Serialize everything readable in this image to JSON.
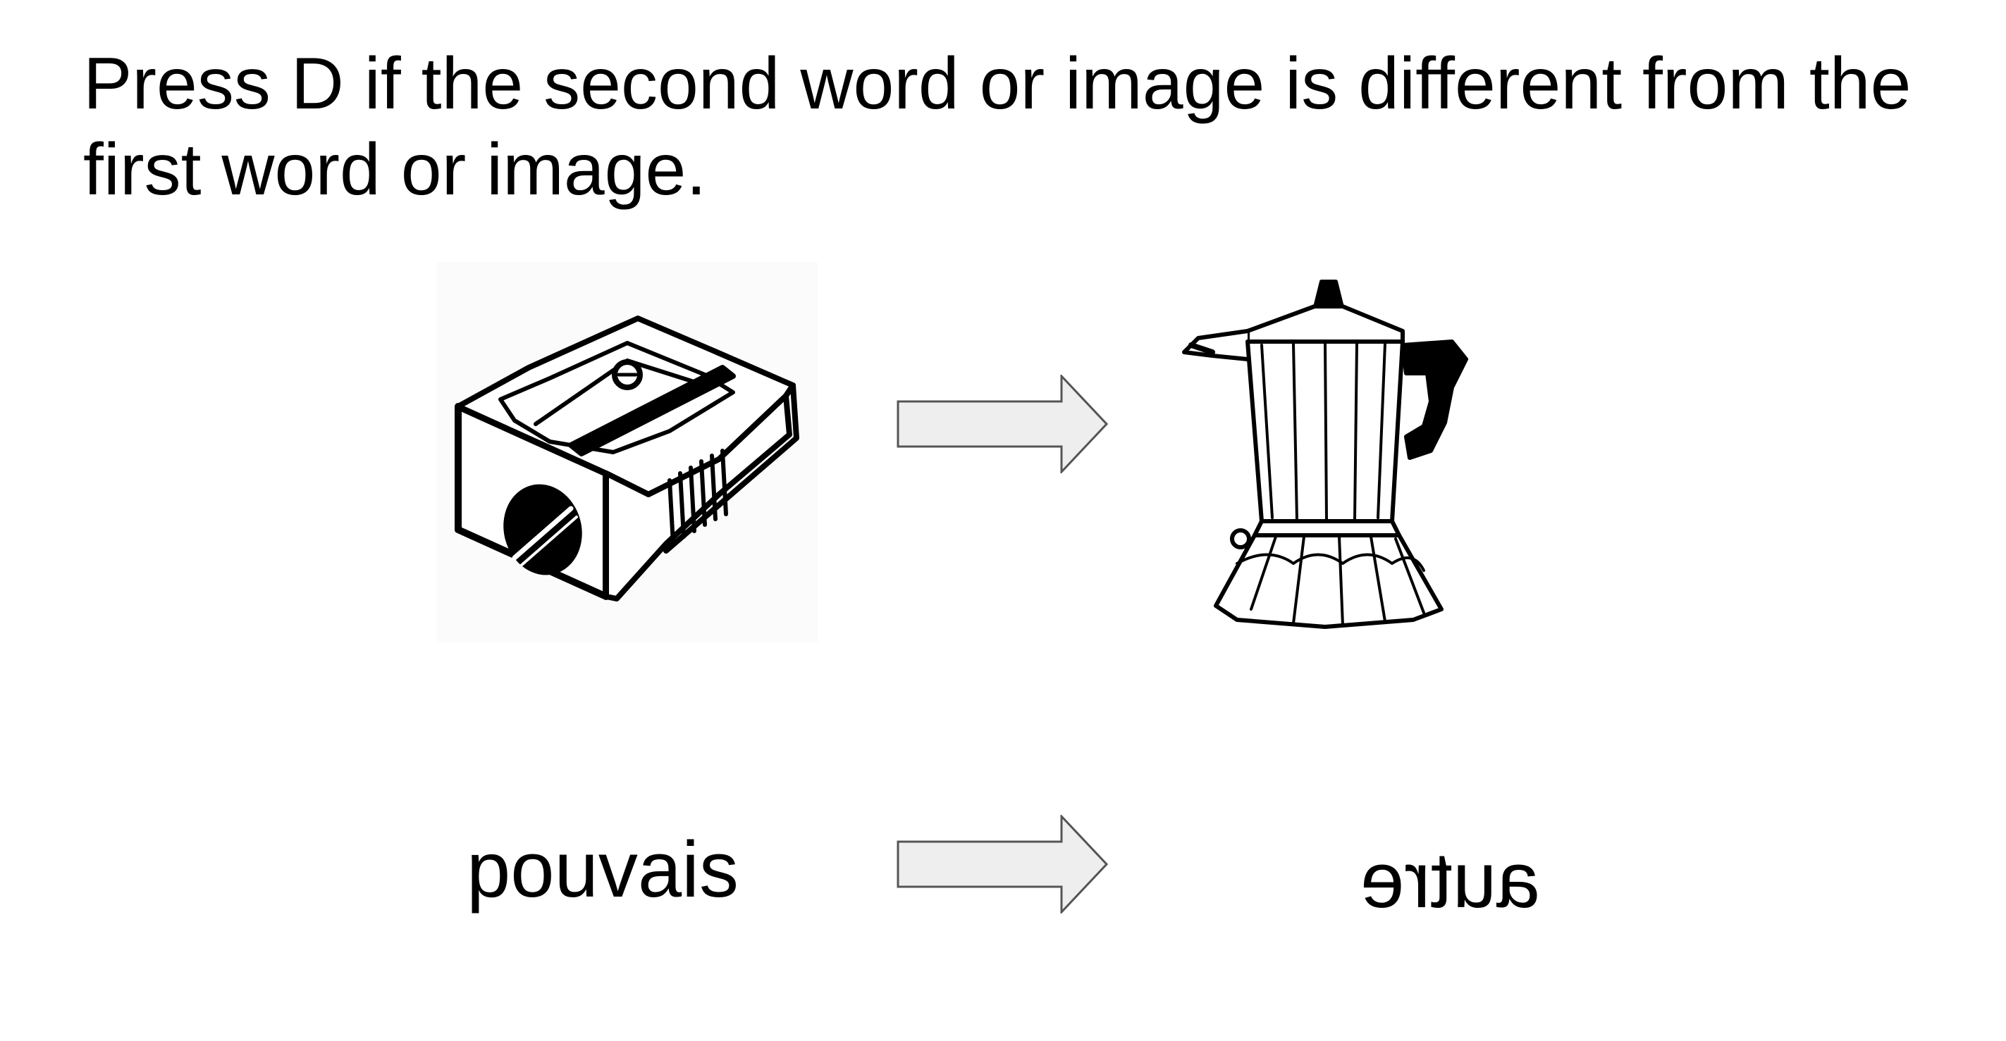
{
  "instruction": {
    "text": "Press D if the second word or image is different from the first word or image."
  },
  "image_pair": {
    "first_image": {
      "icon": "pencil-sharpener-icon"
    },
    "second_image": {
      "icon": "moka-pot-icon"
    },
    "arrow": {
      "icon": "right-arrow-icon",
      "fill": "#eeeeee",
      "stroke": "#555555"
    }
  },
  "word_pair": {
    "first_word": "pouvais",
    "second_word": "autre",
    "second_word_mirrored": true
  }
}
